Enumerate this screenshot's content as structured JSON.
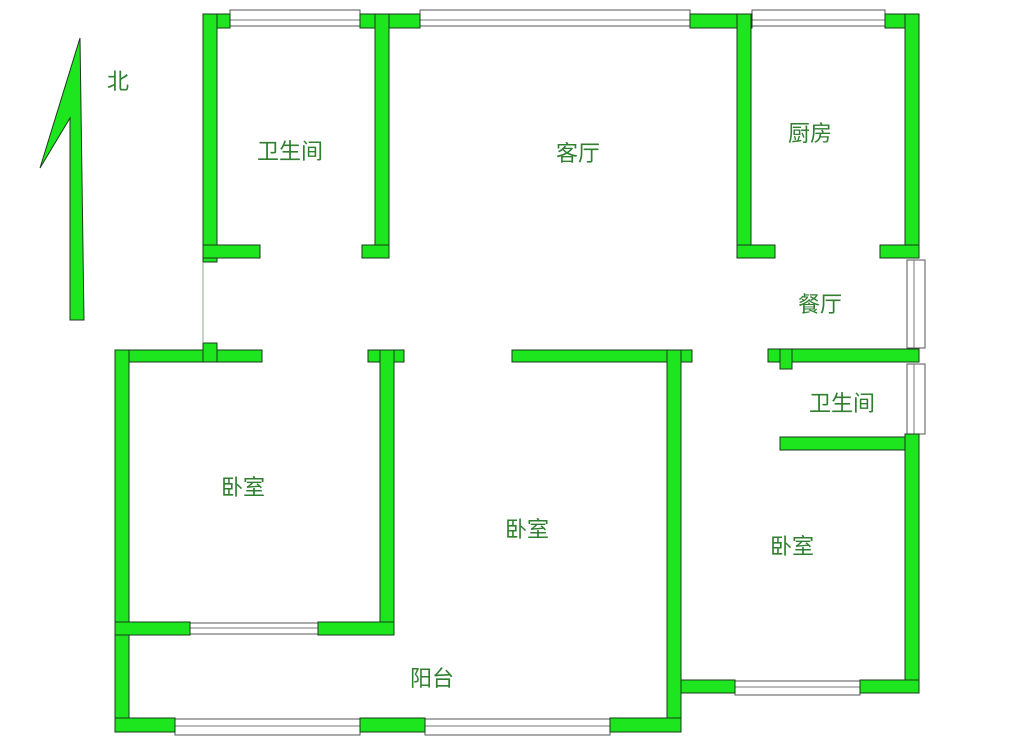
{
  "compass": {
    "label": "北"
  },
  "rooms": {
    "bathroom_north": "卫生间",
    "living_room": "客厅",
    "kitchen": "厨房",
    "dining_room": "餐厅",
    "bathroom_east": "卫生间",
    "bedroom_west": "卧室",
    "bedroom_master": "卧室",
    "bedroom_east": "卧室",
    "balcony": "阳台"
  },
  "colors": {
    "wall": "#1ee61e",
    "label": "#2f7f2f"
  }
}
